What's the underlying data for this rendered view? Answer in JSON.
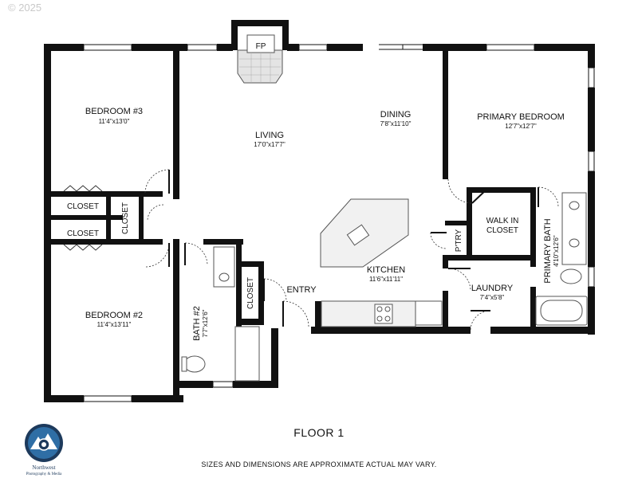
{
  "copyright": "© 2025",
  "floor_label": "FLOOR 1",
  "disclaimer": "SIZES AND DIMENSIONS ARE APPROXIMATE ACTUAL MAY VARY.",
  "logo": {
    "name": "Northwest",
    "sub": "Photography & Media"
  },
  "rooms": {
    "bedroom3": {
      "name": "BEDROOM #3",
      "dims": "11'4\"x13'0\""
    },
    "living": {
      "name": "LIVING",
      "dims": "17'0\"x17'7\""
    },
    "dining": {
      "name": "DINING",
      "dims": "7'8\"x11'10\""
    },
    "primary_bedroom": {
      "name": "PRIMARY BEDROOM",
      "dims": "12'7\"x12'7\""
    },
    "closet_upper": {
      "name": "CLOSET"
    },
    "closet_lower": {
      "name": "CLOSET"
    },
    "closet_hall": {
      "name": "CLOSET"
    },
    "closet_entry": {
      "name": "CLOSET"
    },
    "fireplace": {
      "name": "FP"
    },
    "pantry": {
      "name": "P'TRY"
    },
    "walk_in_closet": {
      "name": "WALK IN",
      "name2": "CLOSET"
    },
    "primary_bath": {
      "name": "PRIMARY BATH",
      "dims": "4'10\"x12'6\""
    },
    "kitchen": {
      "name": "KITCHEN",
      "dims": "11'6\"x11'11\""
    },
    "laundry": {
      "name": "LAUNDRY",
      "dims": "7'4\"x5'8\""
    },
    "entry": {
      "name": "ENTRY"
    },
    "bedroom2": {
      "name": "BEDROOM #2",
      "dims": "11'4\"x13'11\""
    },
    "bath2": {
      "name": "BATH #2",
      "dims": "7'7\"x12'6\""
    }
  },
  "colors": {
    "wall": "#111111",
    "fixture": "#555555",
    "fireplace_brick": "#e4e4e4",
    "counter": "#f1f1f1"
  }
}
